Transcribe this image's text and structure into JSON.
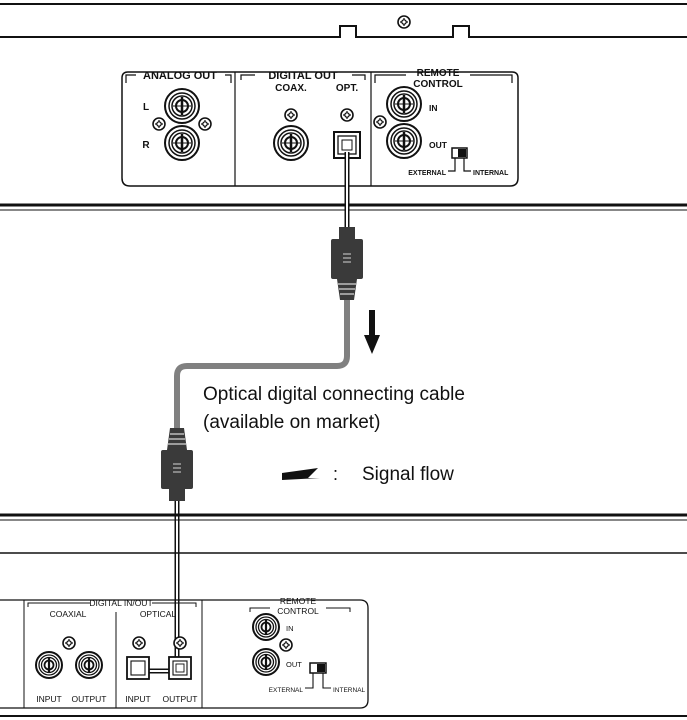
{
  "top_unit": {
    "analog_out_label": "ANALOG OUT",
    "analog_l": "L",
    "analog_r": "R",
    "digital_out_label": "DIGITAL OUT",
    "coax_label": "COAX.",
    "opt_label": "OPT.",
    "remote_label_1": "REMOTE",
    "remote_label_2": "CONTROL",
    "remote_in": "IN",
    "remote_out": "OUT",
    "switch_external": "EXTERNAL",
    "switch_internal": "INTERNAL"
  },
  "cable": {
    "caption_line1": "Optical digital connecting cable",
    "caption_line2": "(available on market)"
  },
  "legend": {
    "separator": ":",
    "text": "Signal flow"
  },
  "bottom_unit": {
    "digital_inout_label": "DIGITAL IN/OUT",
    "coaxial_label": "COAXIAL",
    "optical_label": "OPTICAL",
    "coax_input": "INPUT",
    "coax_output": "OUTPUT",
    "opt_input": "INPUT",
    "opt_output": "OUTPUT",
    "remote_label_1": "REMOTE",
    "remote_label_2": "CONTROL",
    "remote_in": "IN",
    "remote_out": "OUT",
    "switch_external": "EXTERNAL",
    "switch_internal": "INTERNAL"
  },
  "colors": {
    "line": "#111111",
    "cable": "#808080",
    "plug": "#3a3a3a"
  }
}
